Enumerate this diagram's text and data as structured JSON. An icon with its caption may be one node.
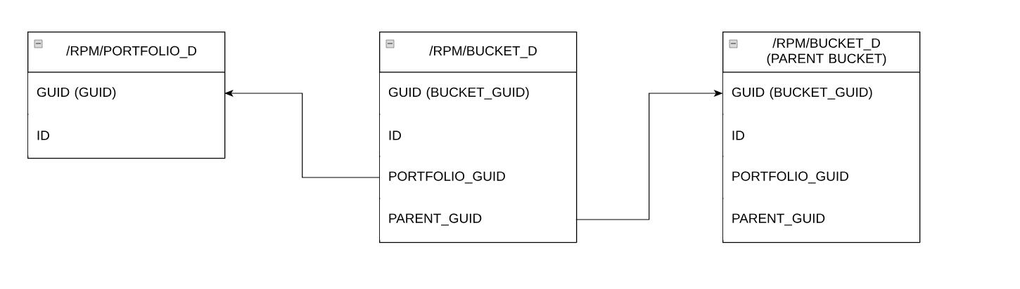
{
  "diagram": {
    "nodes": [
      {
        "text": [
          "/RPM/PORTFOLIO_D"
        ]
      },
      {
        "text": [
          "GUID (GUID)"
        ],
        "in": 0
      },
      {
        "text": [
          "ID"
        ],
        "in": 0
      },
      {
        "text": [
          "/RPM/BUCKET_D"
        ]
      },
      {
        "text": [
          "GUID (BUCKET_GUID)"
        ],
        "in": 3
      },
      {
        "text": [
          "ID"
        ],
        "in": 3
      },
      {
        "text": [
          "PORTFOLIO_GUID"
        ],
        "in": 3
      },
      {
        "text": [
          "PARENT_GUID"
        ],
        "in": 3
      },
      {
        "text": [
          "/RPM/BUCKET_D (PARENT BUCKET)"
        ]
      },
      {
        "text": [
          "GUID (BUCKET_GUID)"
        ],
        "in": 8
      },
      {
        "text": [
          "ID"
        ],
        "in": 8
      },
      {
        "text": [
          "PORTFOLIO_GUID"
        ],
        "in": 8
      },
      {
        "text": [
          "PARENT_GUID"
        ],
        "in": 8
      }
    ],
    "edges": [
      {
        "from": 6,
        "to": 1,
        "arrow": "to"
      },
      {
        "from": 7,
        "to": 9,
        "arrow": "to"
      }
    ]
  }
}
